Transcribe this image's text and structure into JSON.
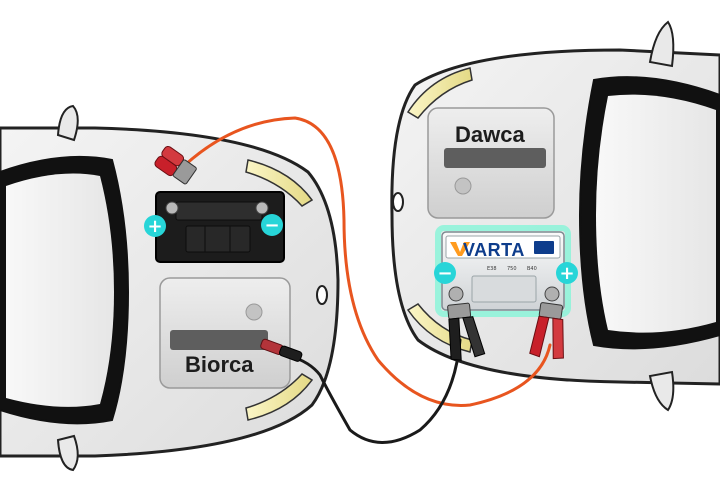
{
  "labels": {
    "receiver": "Biorca",
    "donor": "Dawca"
  },
  "battery": {
    "brand": "VARTA",
    "spec_line_1": "E38",
    "spec_line_2": "750",
    "spec_line_3": "B40"
  },
  "terminals": {
    "plus": "+",
    "minus": "−"
  },
  "colors": {
    "cable_red": "#e8551f",
    "cable_black": "#1a1a1a",
    "clamp_red": "#c8202a",
    "terminal_badge": "#27d5d8",
    "battery_glow": "#7ff5d7",
    "varta_blue": "#0e3d8c",
    "varta_orange": "#ff9b1f"
  }
}
